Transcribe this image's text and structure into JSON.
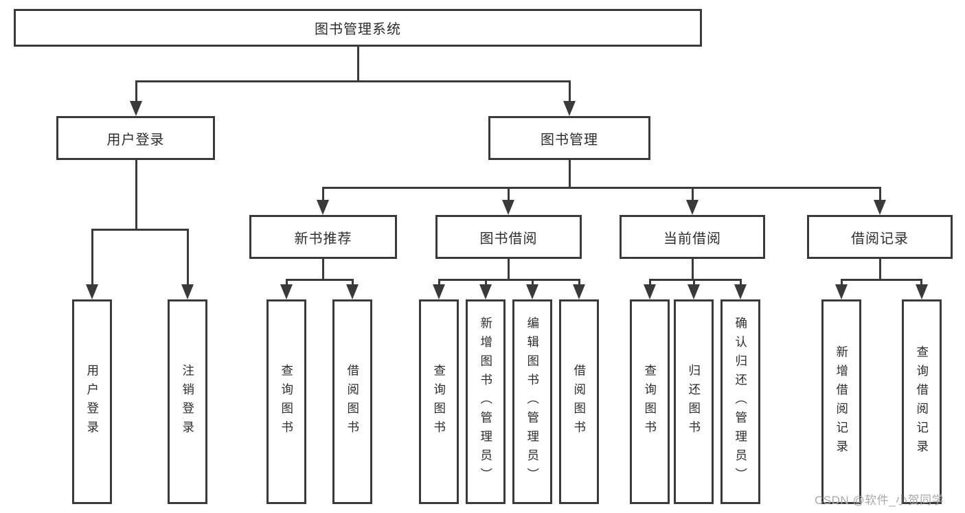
{
  "diagram": {
    "root": {
      "label": "图书管理系统",
      "children": [
        {
          "label": "用户登录",
          "children": [
            {
              "label": "用户登录"
            },
            {
              "label": "注销登录"
            }
          ]
        },
        {
          "label": "图书管理",
          "children": [
            {
              "label": "新书推荐",
              "children": [
                {
                  "label": "查询图书"
                },
                {
                  "label": "借阅图书"
                }
              ]
            },
            {
              "label": "图书借阅",
              "children": [
                {
                  "label": "查询图书"
                },
                {
                  "label": "新增图书（管理员）"
                },
                {
                  "label": "编辑图书（管理员）"
                },
                {
                  "label": "借阅图书"
                }
              ]
            },
            {
              "label": "当前借阅",
              "children": [
                {
                  "label": "查询图书"
                },
                {
                  "label": "归还图书"
                },
                {
                  "label": "确认归还（管理员）"
                }
              ]
            },
            {
              "label": "借阅记录",
              "children": [
                {
                  "label": "新增借阅记录"
                },
                {
                  "label": "查询借阅记录"
                }
              ]
            }
          ]
        }
      ]
    },
    "watermark": "CSDN @软件_小贺同学",
    "colors": {
      "line": "#3a3a3a",
      "text": "#2d2d2d",
      "watermark": "#a9a9a9",
      "background": "#ffffff"
    }
  }
}
